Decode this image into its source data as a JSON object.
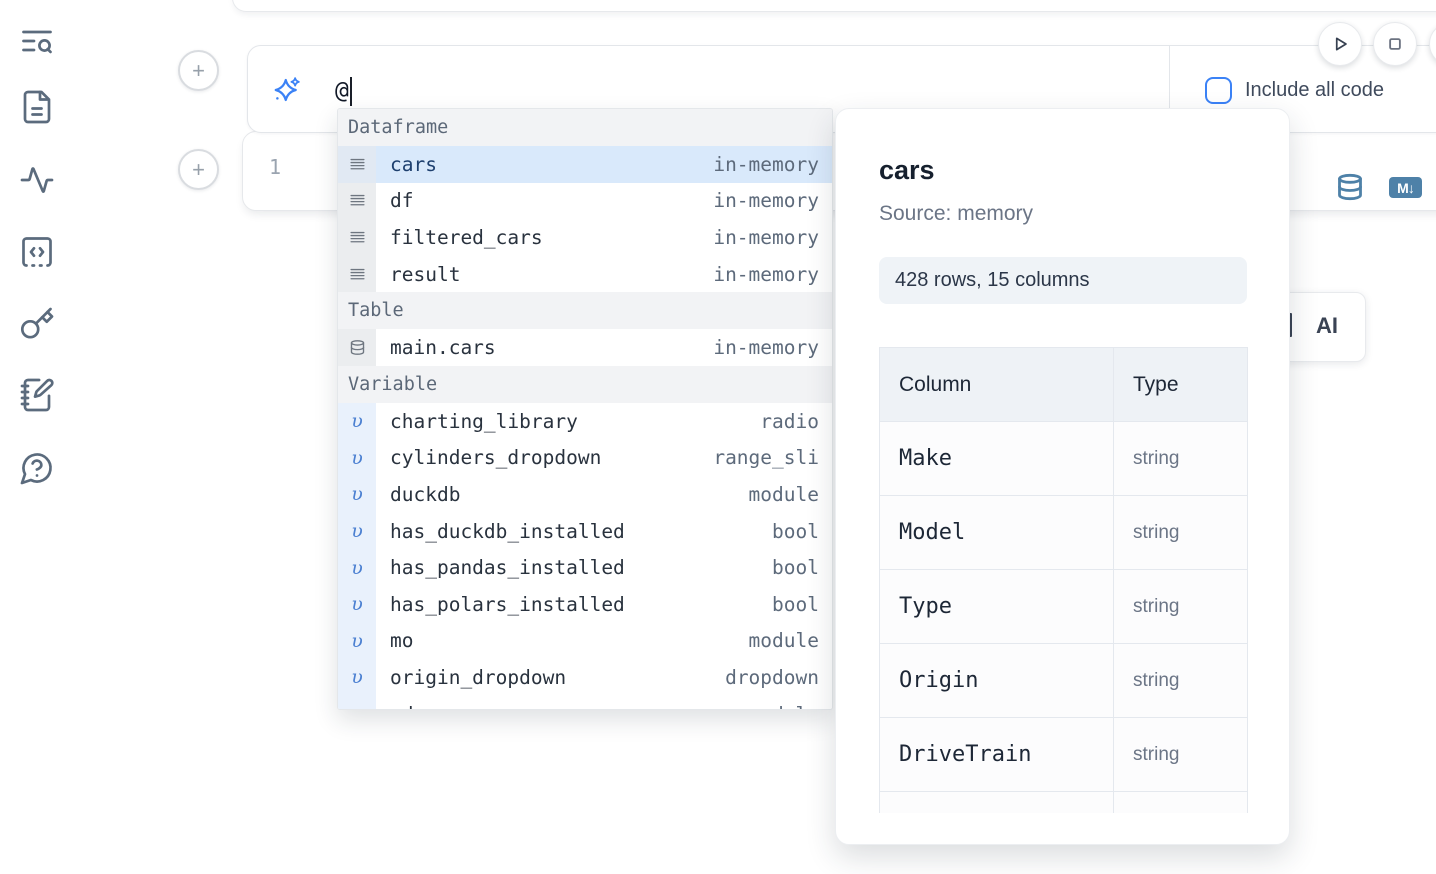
{
  "sidebar": {
    "items": [
      {
        "icon": "toc-search-icon"
      },
      {
        "icon": "file-text-icon"
      },
      {
        "icon": "activity-icon"
      },
      {
        "icon": "code-snippet-icon"
      },
      {
        "icon": "key-icon"
      },
      {
        "icon": "scratchpad-icon"
      },
      {
        "icon": "help-chat-icon"
      }
    ]
  },
  "toolbar": {
    "run_button": "play-icon",
    "stop_button": "stop-icon"
  },
  "prompt": {
    "value": "@",
    "include_all_code_label": "Include all code",
    "checkbox_checked": false
  },
  "cell": {
    "line_number": "1",
    "markdown_badge": "M↓"
  },
  "add_buttons": {
    "plus_label": "+"
  },
  "autocomplete": {
    "sections": [
      {
        "label": "Dataframe",
        "items": [
          {
            "name": "cars",
            "meta": "in-memory",
            "icon": "dataframe",
            "selected": true
          },
          {
            "name": "df",
            "meta": "in-memory",
            "icon": "dataframe"
          },
          {
            "name": "filtered_cars",
            "meta": "in-memory",
            "icon": "dataframe"
          },
          {
            "name": "result",
            "meta": "in-memory",
            "icon": "dataframe"
          }
        ]
      },
      {
        "label": "Table",
        "items": [
          {
            "name": "main.cars",
            "meta": "in-memory",
            "icon": "table"
          }
        ]
      },
      {
        "label": "Variable",
        "items": [
          {
            "name": "charting_library",
            "meta": "radio",
            "icon": "variable"
          },
          {
            "name": "cylinders_dropdown",
            "meta": "range_sli",
            "icon": "variable"
          },
          {
            "name": "duckdb",
            "meta": "module",
            "icon": "variable"
          },
          {
            "name": "has_duckdb_installed",
            "meta": "bool",
            "icon": "variable"
          },
          {
            "name": "has_pandas_installed",
            "meta": "bool",
            "icon": "variable"
          },
          {
            "name": "has_polars_installed",
            "meta": "bool",
            "icon": "variable"
          },
          {
            "name": "mo",
            "meta": "module",
            "icon": "variable"
          },
          {
            "name": "origin_dropdown",
            "meta": "dropdown",
            "icon": "variable"
          },
          {
            "name": "pd",
            "meta": "module",
            "icon": "variable",
            "partial": true
          }
        ]
      }
    ]
  },
  "preview": {
    "title": "cars",
    "source": "Source: memory",
    "shape": "428 rows, 15 columns",
    "table": {
      "headers": [
        "Column",
        "Type"
      ],
      "rows": [
        [
          "Make",
          "string"
        ],
        [
          "Model",
          "string"
        ],
        [
          "Type",
          "string"
        ],
        [
          "Origin",
          "string"
        ],
        [
          "DriveTrain",
          "string"
        ]
      ]
    }
  },
  "ai_button": {
    "visible_label": "AI"
  },
  "colors": {
    "accent_blue": "#3b82f6",
    "steel_blue": "#4e81a8",
    "selected_row_bg": "#d9e9fb",
    "icon_slate": "#5b6b7d"
  }
}
